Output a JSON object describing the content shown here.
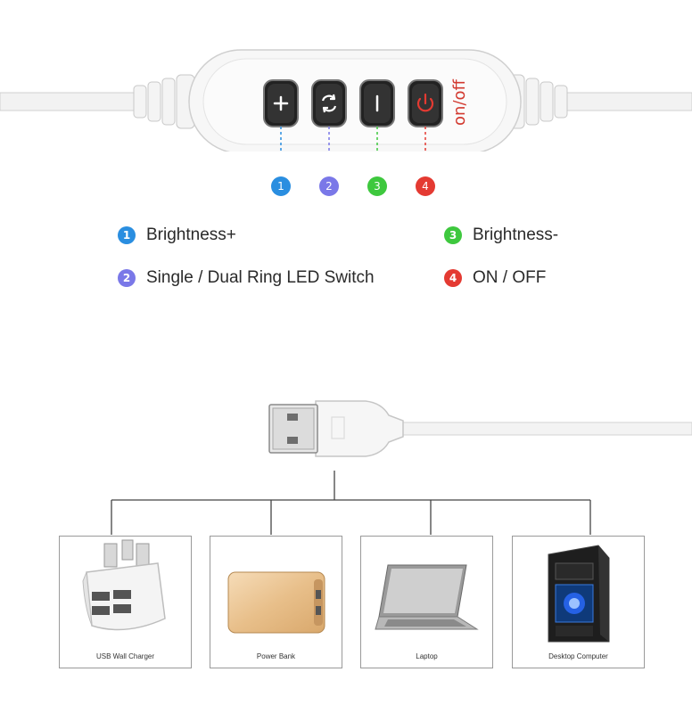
{
  "controller": {
    "power_label": "on/off",
    "buttons": [
      {
        "icon": "plus-icon",
        "badge": "1",
        "color": "#2a8ee0"
      },
      {
        "icon": "cycle-icon",
        "badge": "2",
        "color": "#7a78e8"
      },
      {
        "icon": "minus-icon",
        "badge": "3",
        "color": "#3ec83e"
      },
      {
        "icon": "power-icon",
        "badge": "4",
        "color": "#e43a32"
      }
    ]
  },
  "legend": {
    "items": [
      {
        "num": "1",
        "label": "Brightness+",
        "color": "#2a8ee0"
      },
      {
        "num": "2",
        "label": "Single / Dual Ring LED Switch",
        "color": "#7a78e8"
      },
      {
        "num": "3",
        "label": "Brightness-",
        "color": "#3ec83e"
      },
      {
        "num": "4",
        "label": "ON / OFF",
        "color": "#e43a32"
      }
    ]
  },
  "devices": [
    {
      "label": "USB Wall Charger"
    },
    {
      "label": "Power Bank"
    },
    {
      "label": "Laptop"
    },
    {
      "label": "Desktop Computer"
    }
  ]
}
